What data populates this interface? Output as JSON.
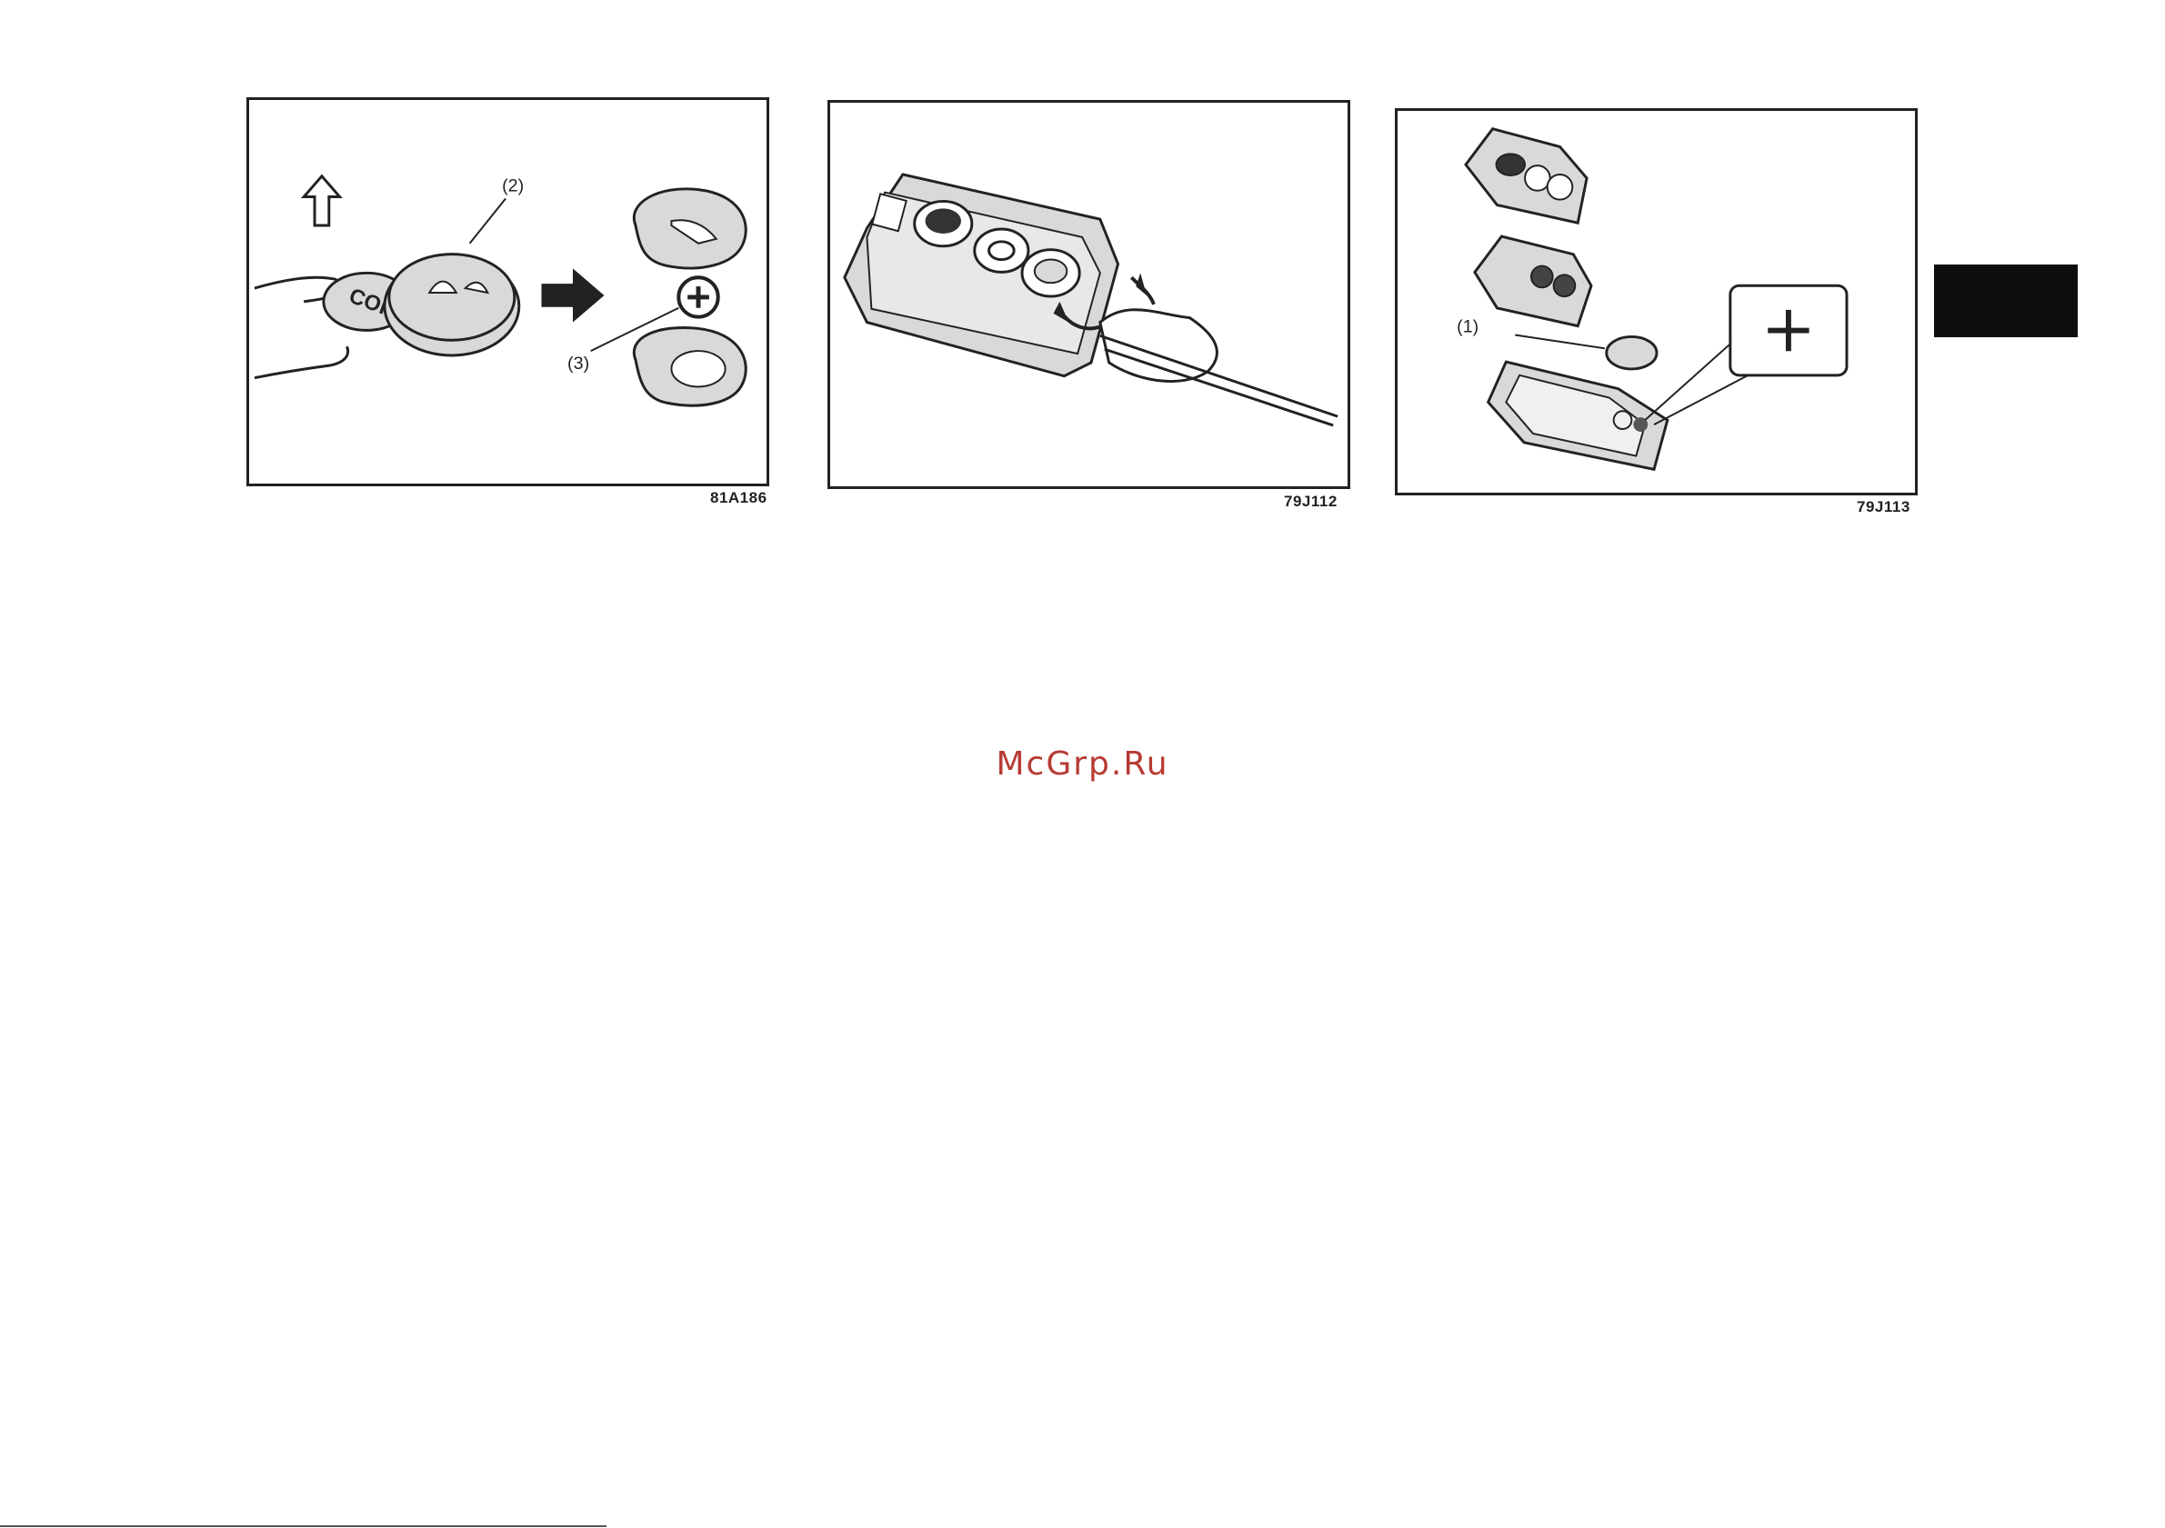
{
  "figures": [
    {
      "code": "81A186",
      "callouts": [
        "(2)",
        "(3)"
      ],
      "coin_text": "COIN"
    },
    {
      "code": "79J112",
      "callouts": []
    },
    {
      "code": "79J113",
      "callouts": [
        "(1)"
      ]
    }
  ],
  "watermark": "McGrp.Ru",
  "colors": {
    "watermark": "#b73b34",
    "tab": "#0d0d0d",
    "line": "#222222"
  }
}
